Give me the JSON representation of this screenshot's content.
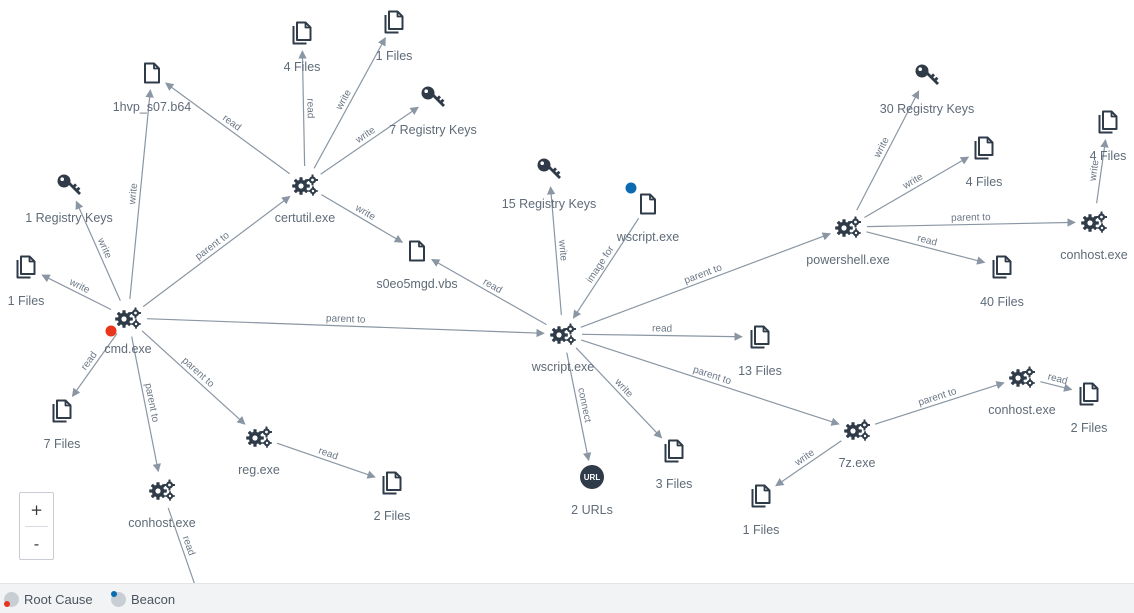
{
  "legend": {
    "root_cause": "Root Cause",
    "beacon": "Beacon",
    "root_cause_color": "#e8351c",
    "beacon_color": "#0b6ab0"
  },
  "zoom": {
    "in_label": "+",
    "out_label": "-"
  },
  "nodes": [
    {
      "id": "cmd",
      "type": "process",
      "label": "cmd.exe",
      "badge": "root-cause"
    },
    {
      "id": "certutil",
      "type": "process",
      "label": "certutil.exe"
    },
    {
      "id": "reg",
      "type": "process",
      "label": "reg.exe"
    },
    {
      "id": "conhost1",
      "type": "process",
      "label": "conhost.exe"
    },
    {
      "id": "wscript",
      "type": "process",
      "label": "wscript.exe"
    },
    {
      "id": "powershell",
      "type": "process",
      "label": "powershell.exe"
    },
    {
      "id": "conhost2",
      "type": "process",
      "label": "conhost.exe"
    },
    {
      "id": "7z",
      "type": "process",
      "label": "7z.exe"
    },
    {
      "id": "conhost3",
      "type": "process",
      "label": "conhost.exe"
    },
    {
      "id": "f_1hvp",
      "type": "file",
      "label": "1hvp_s07.b64"
    },
    {
      "id": "f_4files_a",
      "type": "files",
      "label": "4 Files"
    },
    {
      "id": "f_1files_a",
      "type": "files",
      "label": "1 Files"
    },
    {
      "id": "k_7reg",
      "type": "key",
      "label": "7 Registry Keys"
    },
    {
      "id": "k_1reg",
      "type": "key",
      "label": "1 Registry Keys"
    },
    {
      "id": "f_1files_b",
      "type": "files",
      "label": "1 Files"
    },
    {
      "id": "f_7files",
      "type": "files",
      "label": "7 Files"
    },
    {
      "id": "f_s0eo",
      "type": "file",
      "label": "s0eo5mgd.vbs"
    },
    {
      "id": "f_2files_a",
      "type": "files",
      "label": "2 Files"
    },
    {
      "id": "k_15reg",
      "type": "key",
      "label": "15 Registry Keys"
    },
    {
      "id": "f_wscript",
      "type": "file",
      "label": "wscript.exe",
      "badge": "beacon"
    },
    {
      "id": "f_13files",
      "type": "files",
      "label": "13 Files"
    },
    {
      "id": "u_2urls",
      "type": "url",
      "label": "2 URLs",
      "glyph": "URL"
    },
    {
      "id": "f_3files",
      "type": "files",
      "label": "3 Files"
    },
    {
      "id": "k_30reg",
      "type": "key",
      "label": "30 Registry Keys"
    },
    {
      "id": "f_4files_b",
      "type": "files",
      "label": "4 Files"
    },
    {
      "id": "f_40files",
      "type": "files",
      "label": "40 Files"
    },
    {
      "id": "f_4files_c",
      "type": "files",
      "label": "4 Files"
    },
    {
      "id": "f_2files_b",
      "type": "files",
      "label": "2 Files"
    },
    {
      "id": "f_1files_c",
      "type": "files",
      "label": "1 Files"
    }
  ],
  "edges": [
    {
      "from": "cmd",
      "to": "f_1hvp",
      "label": "write"
    },
    {
      "from": "certutil",
      "to": "f_1hvp",
      "label": "read"
    },
    {
      "from": "cmd",
      "to": "certutil",
      "label": "parent to"
    },
    {
      "from": "certutil",
      "to": "f_4files_a",
      "label": "read"
    },
    {
      "from": "certutil",
      "to": "f_1files_a",
      "label": "write"
    },
    {
      "from": "certutil",
      "to": "k_7reg",
      "label": "write"
    },
    {
      "from": "certutil",
      "to": "f_s0eo",
      "label": "write"
    },
    {
      "from": "cmd",
      "to": "k_1reg",
      "label": "write"
    },
    {
      "from": "cmd",
      "to": "f_1files_b",
      "label": "write"
    },
    {
      "from": "cmd",
      "to": "f_7files",
      "label": "read"
    },
    {
      "from": "cmd",
      "to": "conhost1",
      "label": "parent to"
    },
    {
      "from": "cmd",
      "to": "reg",
      "label": "parent to"
    },
    {
      "from": "cmd",
      "to": "wscript",
      "label": "parent to"
    },
    {
      "from": "reg",
      "to": "f_2files_a",
      "label": "read"
    },
    {
      "from": "conhost1",
      "to": "offscreen",
      "label": "read"
    },
    {
      "from": "wscript",
      "to": "f_s0eo",
      "label": "read"
    },
    {
      "from": "wscript",
      "to": "k_15reg",
      "label": "write"
    },
    {
      "from": "f_wscript",
      "to": "wscript",
      "label": "image for"
    },
    {
      "from": "wscript",
      "to": "f_13files",
      "label": "read"
    },
    {
      "from": "wscript",
      "to": "u_2urls",
      "label": "connect"
    },
    {
      "from": "wscript",
      "to": "f_3files",
      "label": "write"
    },
    {
      "from": "wscript",
      "to": "powershell",
      "label": "parent to"
    },
    {
      "from": "wscript",
      "to": "7z",
      "label": "parent to"
    },
    {
      "from": "powershell",
      "to": "k_30reg",
      "label": "write"
    },
    {
      "from": "powershell",
      "to": "f_4files_b",
      "label": "write"
    },
    {
      "from": "powershell",
      "to": "conhost2",
      "label": "parent to"
    },
    {
      "from": "powershell",
      "to": "f_40files",
      "label": "read"
    },
    {
      "from": "conhost2",
      "to": "f_4files_c",
      "label": "write"
    },
    {
      "from": "7z",
      "to": "conhost3",
      "label": "parent to"
    },
    {
      "from": "conhost3",
      "to": "f_2files_b",
      "label": "read"
    },
    {
      "from": "7z",
      "to": "f_1files_c",
      "label": "write"
    }
  ]
}
